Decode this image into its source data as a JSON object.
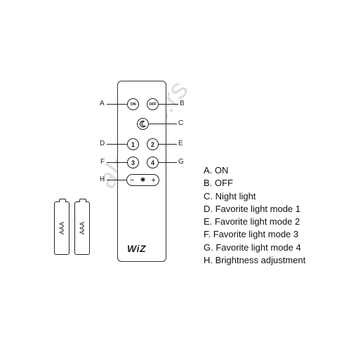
{
  "remote": {
    "buttons": {
      "on": "ON",
      "off": "OFF",
      "one": "1",
      "two": "2",
      "three": "3",
      "four": "4",
      "minus": "−",
      "sun": "✱",
      "plus": "+"
    },
    "logo": "WiZ"
  },
  "callouts": {
    "a": "A",
    "b": "B",
    "c": "C",
    "d": "D",
    "e": "E",
    "f": "F",
    "g": "G",
    "h": "H"
  },
  "batteries": [
    "AAA",
    "AAA"
  ],
  "legend": [
    "A. ON",
    "B. OFF",
    "C. Night light",
    "D. Favorite light mode 1",
    "E. Favorite light mode 2",
    "F. Favorite light mode 3",
    "G. Favorite light mode 4",
    "H. Brightness adjustment"
  ],
  "watermark": "alasans.rs",
  "icons": {
    "night": "moon-icon",
    "brightness": "sun-icon"
  }
}
